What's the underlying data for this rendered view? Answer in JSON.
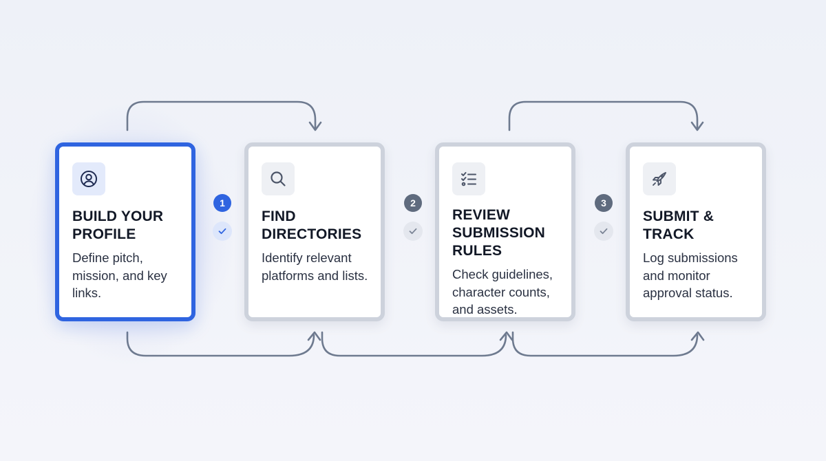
{
  "steps": [
    {
      "title": "BUILD YOUR PROFILE",
      "description": "Define pitch, mission, and key links.",
      "icon": "user-circle-icon",
      "active": true
    },
    {
      "title": "FIND DIRECTORIES",
      "description": "Identify relevant platforms and lists.",
      "icon": "search-icon",
      "active": false
    },
    {
      "title": "REVIEW SUBMISSION RULES",
      "description": "Check guidelines, character counts, and assets.",
      "icon": "checklist-icon",
      "active": false
    },
    {
      "title": "SUBMIT & TRACK",
      "description": "Log submissions and monitor approval status.",
      "icon": "rocket-icon",
      "active": false
    }
  ],
  "connectors": [
    {
      "number": "1",
      "active": true
    },
    {
      "number": "2",
      "active": false
    },
    {
      "number": "3",
      "active": false
    }
  ],
  "colors": {
    "accent": "#2f64e0",
    "card_border": "#cdd2dc",
    "arrow": "#6e7a8f",
    "text": "#121826"
  }
}
